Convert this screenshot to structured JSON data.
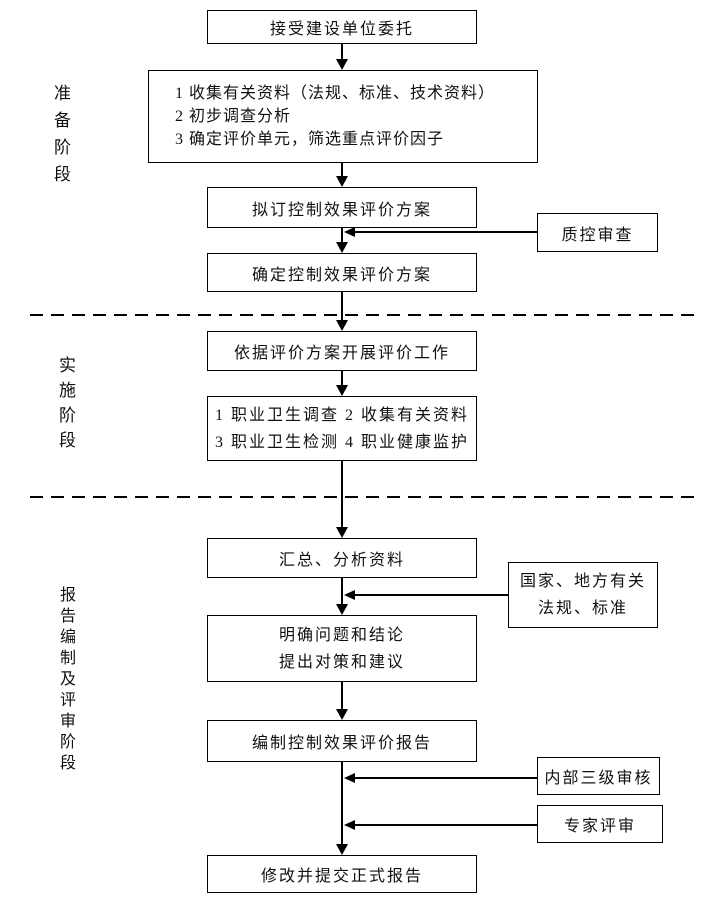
{
  "diagram": {
    "stages": [
      "准备阶段",
      "实施阶段",
      "报告编制及评审阶段"
    ],
    "nodes": {
      "accept": "接受建设单位委托",
      "prepare_1": "1 收集有关资料（法规、标准、技术资料）",
      "prepare_2": "2 初步调查分析",
      "prepare_3": "3 确定评价单元，筛选重点评价因子",
      "draft_plan": "拟订控制效果评价方案",
      "qc_review": "质控审查",
      "confirm_plan": "确定控制效果评价方案",
      "carry_out": "依据评价方案开展评价工作",
      "work_line1": "1 职业卫生调查 2 收集有关资料",
      "work_line2": "3 职业卫生检测 4 职业健康监护",
      "summarize": "汇总、分析资料",
      "regulations_line1": "国家、地方有关",
      "regulations_line2": "法规、标准",
      "clarify_line1": "明确问题和结论",
      "clarify_line2": "提出对策和建议",
      "compile_report": "编制控制效果评价报告",
      "internal_review": "内部三级审核",
      "expert_review": "专家评审",
      "final_report": "修改并提交正式报告"
    },
    "colors": {
      "line": "#000000",
      "background": "#ffffff",
      "text": "#111111"
    }
  }
}
